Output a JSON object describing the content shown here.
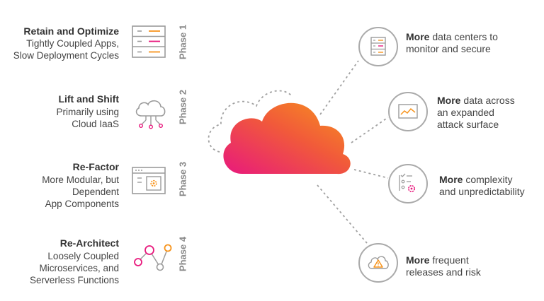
{
  "phases": [
    {
      "title": "Retain and Optimize",
      "desc": "Tightly Coupled Apps,\nSlow Deployment Cycles",
      "label": "Phase 1",
      "icon": "server-rack-icon"
    },
    {
      "title": "Lift and Shift",
      "desc": "Primarily using\nCloud IaaS",
      "label": "Phase 2",
      "icon": "cloud-circuit-icon"
    },
    {
      "title": "Re-Factor",
      "desc": "More Modular, but\nDependent\nApp Components",
      "label": "Phase 3",
      "icon": "app-window-gear-icon"
    },
    {
      "title": "Re-Architect",
      "desc": "Loosely Coupled\nMicroservices, and\nServerless Functions",
      "label": "Phase 4",
      "icon": "connected-nodes-icon"
    }
  ],
  "outcomes": [
    {
      "bold": "More",
      "line1": " data centers to",
      "line2": "monitor and secure",
      "icon": "server-icon"
    },
    {
      "bold": "More",
      "line1": " data across",
      "line2": "an expanded",
      "line3": "attack surface",
      "icon": "chart-screen-icon"
    },
    {
      "bold": "More",
      "line1": " complexity",
      "line2": "and unpredictability",
      "icon": "checklist-gear-icon"
    },
    {
      "bold": "More",
      "line1": " frequent",
      "line2": "releases and risk",
      "icon": "cloud-warning-icon"
    }
  ],
  "colors": {
    "pink": "#e8197d",
    "orange": "#f7941d",
    "gray": "#9b9b9b"
  }
}
